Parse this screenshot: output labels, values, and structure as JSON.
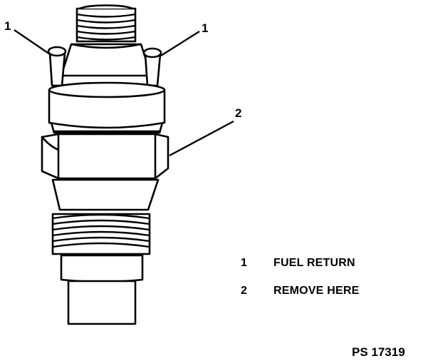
{
  "callouts": {
    "left_tube": "1",
    "right_tube": "1",
    "nut": "2"
  },
  "legend": [
    {
      "number": "1",
      "label": "FUEL RETURN"
    },
    {
      "number": "2",
      "label": "REMOVE HERE"
    }
  ],
  "figure_id": "PS 17319",
  "colors": {
    "line": "#000000",
    "fill": "#ffffff"
  }
}
